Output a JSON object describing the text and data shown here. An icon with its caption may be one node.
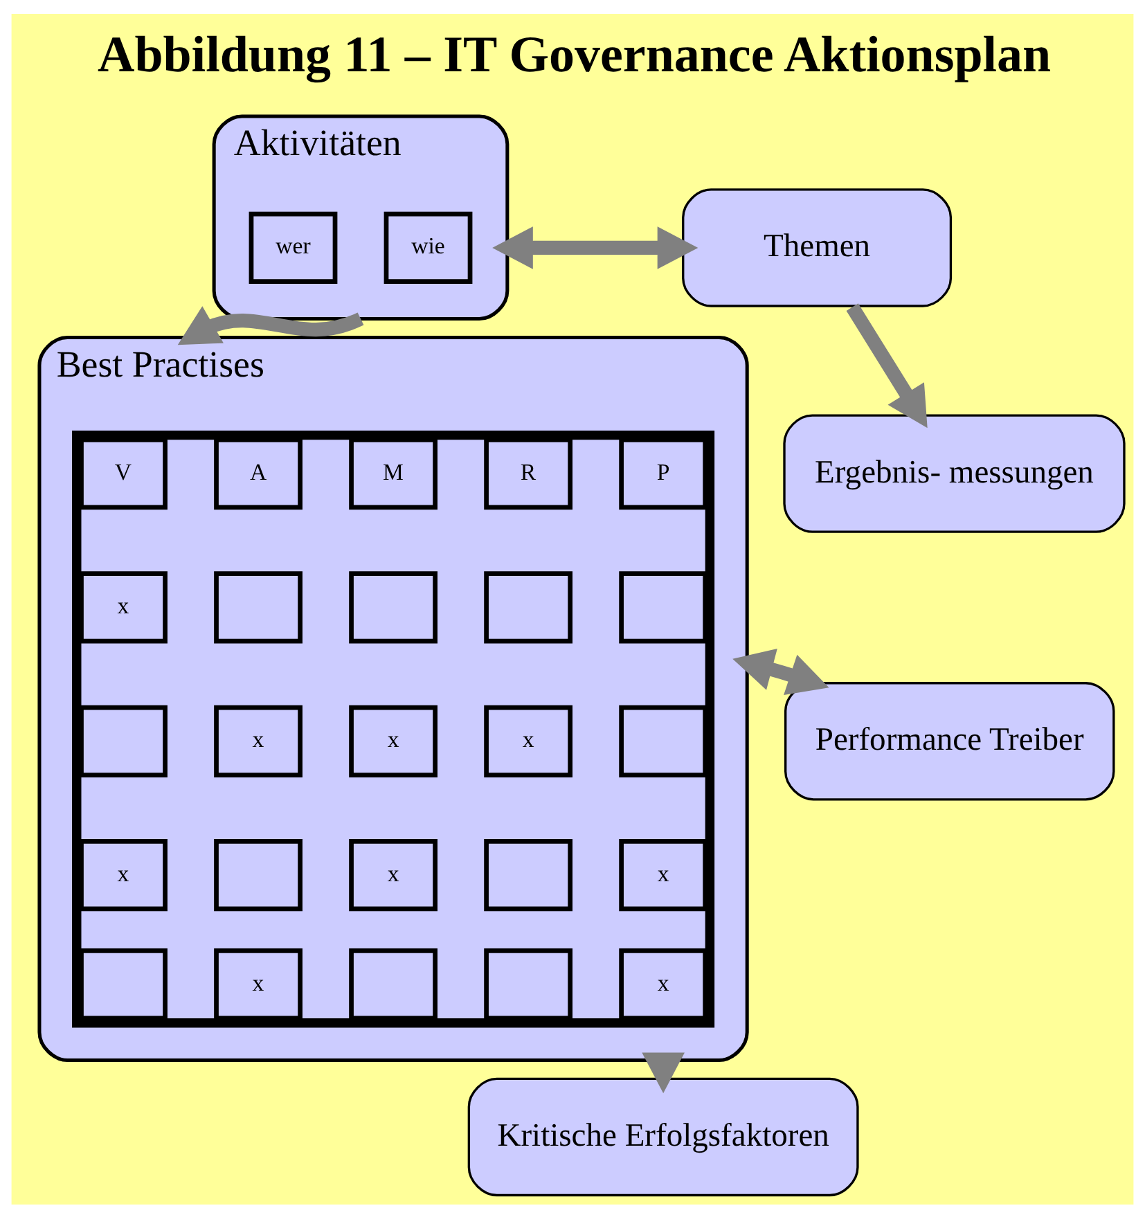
{
  "diagram": {
    "title": "Abbildung 11 – IT Governance Aktionsplan",
    "nodes": [
      {
        "text": [
          "Aktivitäten"
        ]
      },
      {
        "text": [
          "wer"
        ],
        "in": 0
      },
      {
        "text": [
          "wie"
        ],
        "in": 0
      },
      {
        "text": [
          "Themen"
        ]
      },
      {
        "text": [
          "Ergebnis- messungen"
        ]
      },
      {
        "text": [
          "Best Practises"
        ]
      },
      {
        "text": [],
        "shape": "box",
        "in": 5
      },
      {
        "text": [
          "V"
        ],
        "in": 6
      },
      {
        "text": [
          "A"
        ],
        "in": 6
      },
      {
        "text": [
          "M"
        ],
        "in": 6
      },
      {
        "text": [
          "R"
        ],
        "in": 6
      },
      {
        "text": [
          "P"
        ],
        "in": 6
      },
      {
        "text": [
          "x"
        ],
        "in": 6
      },
      {
        "text": [],
        "shape": "box",
        "in": 6
      },
      {
        "text": [],
        "shape": "box",
        "in": 6
      },
      {
        "text": [],
        "shape": "box",
        "in": 6
      },
      {
        "text": [],
        "shape": "box",
        "in": 6
      },
      {
        "text": [],
        "shape": "box",
        "in": 6
      },
      {
        "text": [
          "x"
        ],
        "in": 6
      },
      {
        "text": [
          "x"
        ],
        "in": 6
      },
      {
        "text": [
          "x"
        ],
        "in": 6
      },
      {
        "text": [],
        "shape": "box",
        "in": 6
      },
      {
        "text": [
          "x"
        ],
        "in": 6
      },
      {
        "text": [],
        "shape": "box",
        "in": 6
      },
      {
        "text": [
          "x"
        ],
        "in": 6
      },
      {
        "text": [],
        "shape": "box",
        "in": 6
      },
      {
        "text": [
          "x"
        ],
        "in": 6
      },
      {
        "text": [],
        "shape": "box",
        "in": 6
      },
      {
        "text": [
          "x"
        ],
        "in": 6
      },
      {
        "text": [],
        "shape": "box",
        "in": 6
      },
      {
        "text": [],
        "shape": "box",
        "in": 6
      },
      {
        "text": [
          "x"
        ],
        "in": 6
      },
      {
        "text": [
          "Performance Treiber"
        ]
      },
      {
        "text": [
          "Kritische Erfolgsfaktoren"
        ]
      }
    ],
    "edges": [
      {
        "from": 0,
        "to": 3,
        "arrow": "both"
      },
      {
        "from": 3,
        "to": 4,
        "arrow": "to"
      },
      {
        "from": 0,
        "to": 5,
        "arrow": "to"
      },
      {
        "from": 5,
        "to": 32,
        "arrow": "both"
      },
      {
        "from": 5,
        "to": 33,
        "arrow": "to"
      }
    ]
  }
}
